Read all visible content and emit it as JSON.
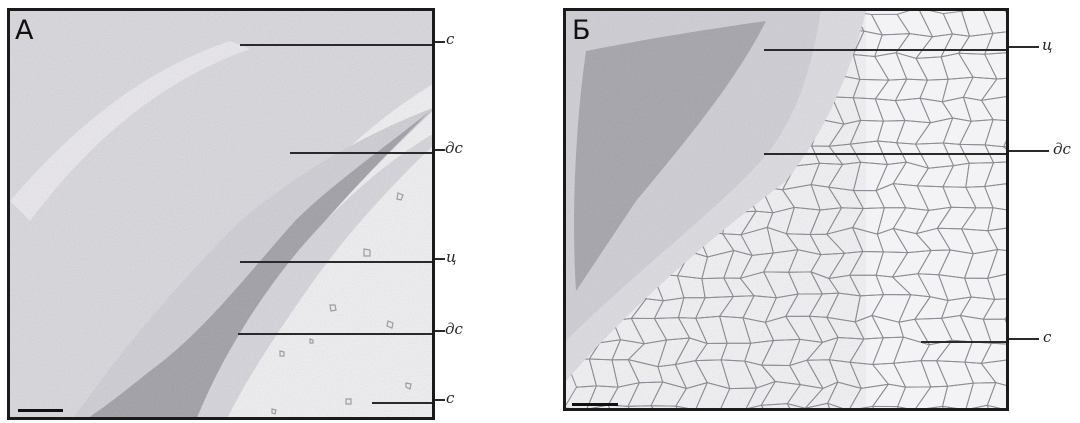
{
  "panels": [
    {
      "letter": "А",
      "labels": [
        "с",
        "дс",
        "ц",
        "дс",
        "с"
      ]
    },
    {
      "letter": "Б",
      "labels": [
        "ц",
        "дс",
        "с"
      ]
    }
  ],
  "colors": {
    "frame": "#1a1a1a",
    "background_light": "#eeeef1",
    "tissue_gray": "#c9c8cf",
    "tissue_dark": "#9a999f",
    "cell_outline": "#8d8c94"
  }
}
